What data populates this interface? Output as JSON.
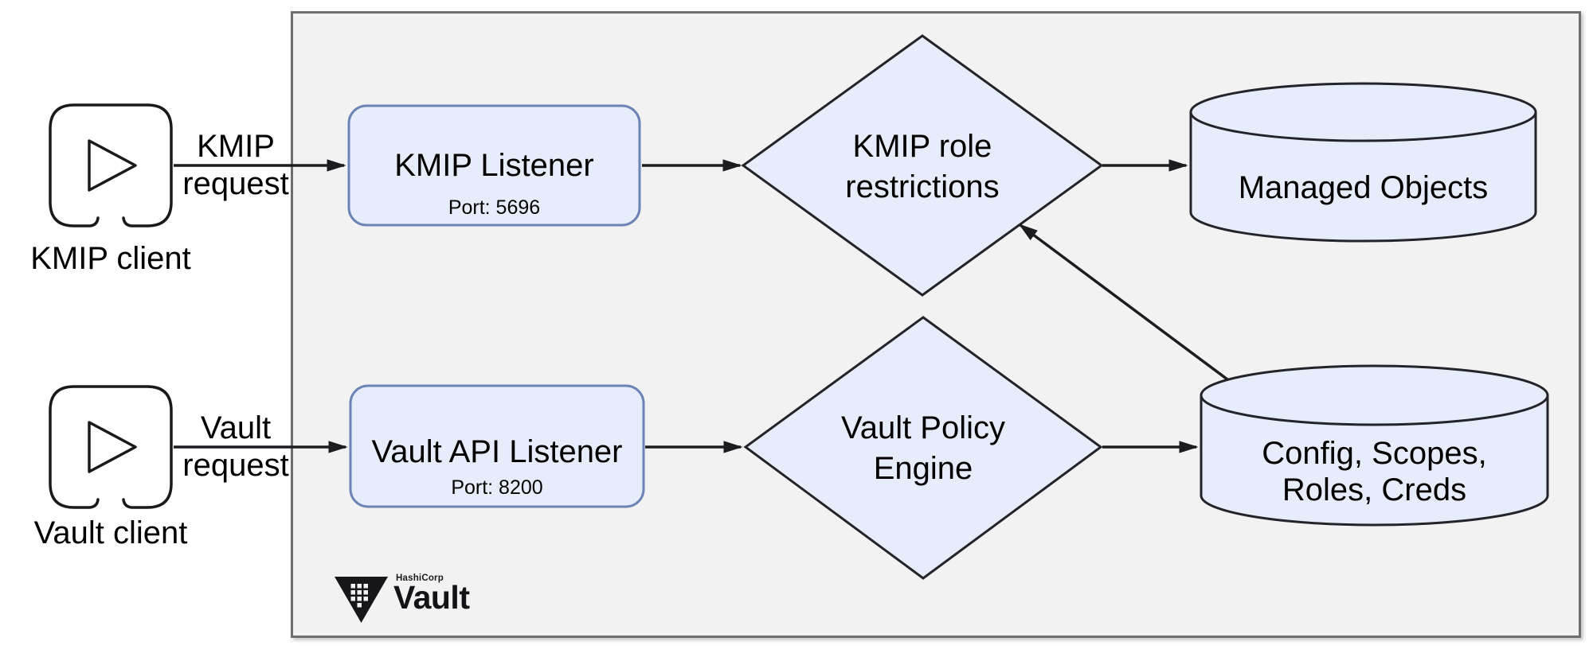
{
  "diagram": {
    "colors": {
      "page_background": "#ffffff",
      "boundary_fill": "#f2f2f2",
      "boundary_stroke": "#6e6e6e",
      "shape_fill": "#e7ecfa",
      "listener_stroke": "#6c83b5",
      "shape_stroke": "#23232a",
      "line_color": "#1c1c21",
      "text_color": "#000000"
    },
    "clients": [
      {
        "label": "KMIP client",
        "request": [
          "KMIP",
          "request"
        ]
      },
      {
        "label": "Vault client",
        "request": [
          "Vault",
          "request"
        ]
      }
    ],
    "listeners": [
      {
        "title": "KMIP Listener",
        "port": "Port: 5696"
      },
      {
        "title": "Vault API Listener",
        "port": "Port: 8200"
      }
    ],
    "decisions": [
      {
        "lines": [
          "KMIP role",
          "restrictions"
        ]
      },
      {
        "lines": [
          "Vault Policy",
          "Engine"
        ]
      }
    ],
    "datastores": [
      {
        "lines": [
          "Managed Objects"
        ]
      },
      {
        "lines": [
          "Config, Scopes,",
          "Roles, Creds"
        ]
      }
    ],
    "logo": {
      "company": "HashiCorp",
      "product": "Vault"
    }
  }
}
